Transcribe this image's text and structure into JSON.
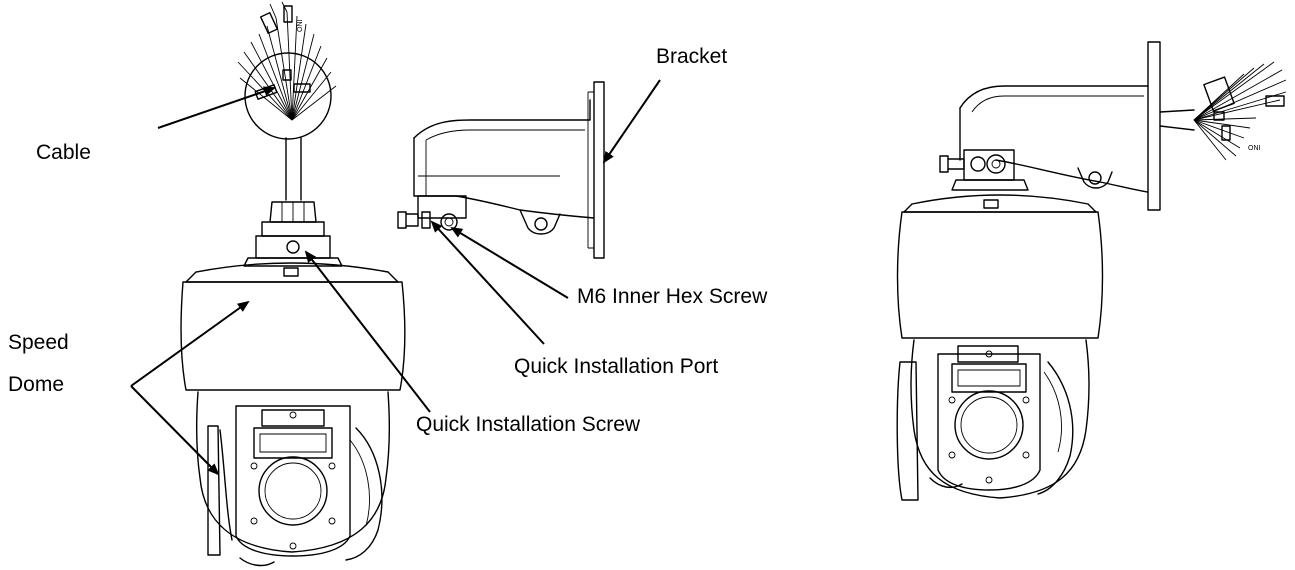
{
  "labels": {
    "cable": "Cable",
    "speed_dome_line1": "Speed",
    "speed_dome_line2": "Dome",
    "bracket": "Bracket",
    "m6_screw": "M6 Inner Hex Screw",
    "quick_port": "Quick Installation Port",
    "quick_screw": "Quick Installation Screw"
  },
  "connector_tags": {
    "tag_a": "ONI",
    "tag_b": "ONI"
  }
}
